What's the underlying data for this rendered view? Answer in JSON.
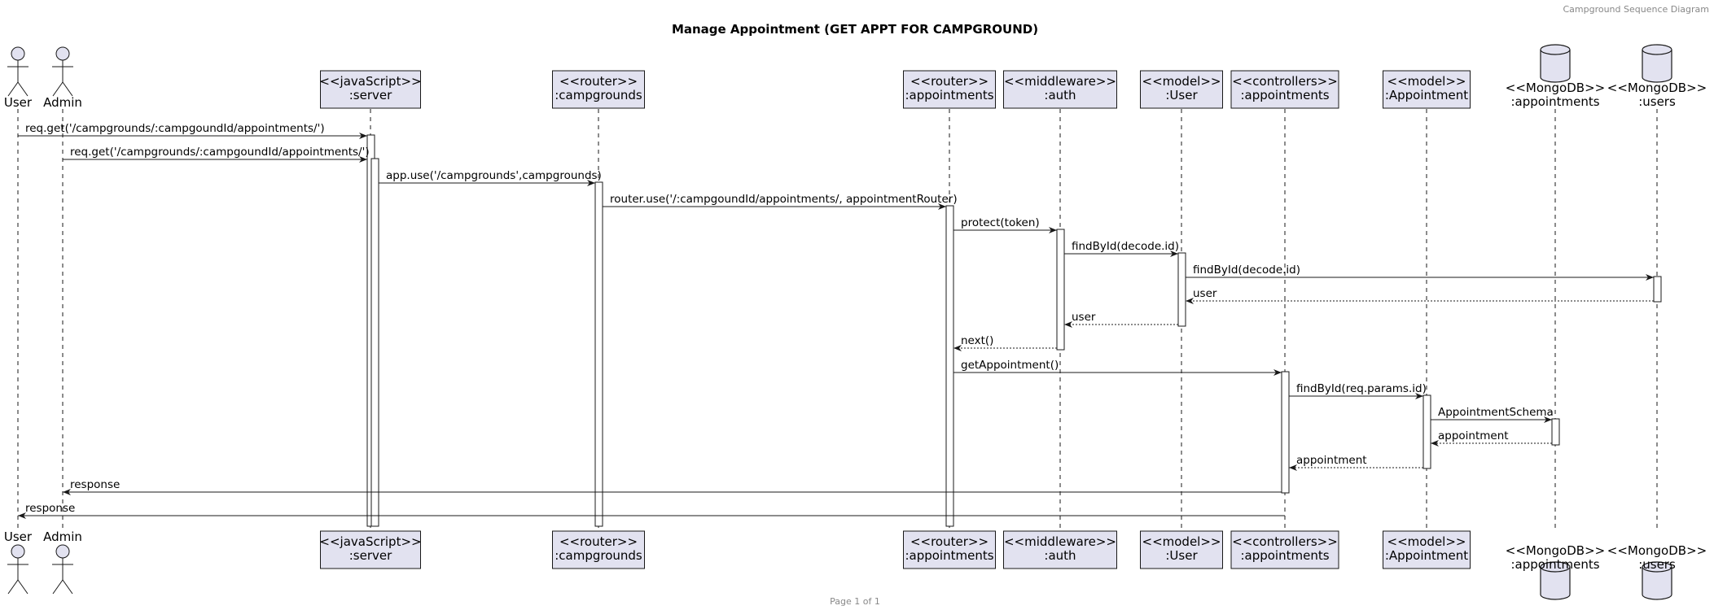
{
  "header": "Campground Sequence Diagram",
  "title": "Manage Appointment (GET APPT FOR CAMPGROUND)",
  "footer": "Page 1 of 1",
  "colors": {
    "participant_fill": "#e2e2f0",
    "stroke": "#181818",
    "activation_fill": "#ffffff"
  },
  "participants": [
    {
      "id": "user",
      "kind": "actor",
      "lines": [
        "User"
      ]
    },
    {
      "id": "admin",
      "kind": "actor",
      "lines": [
        "Admin"
      ]
    },
    {
      "id": "server",
      "kind": "participant",
      "lines": [
        "<<javaScript>>",
        ":server"
      ]
    },
    {
      "id": "campgrounds",
      "kind": "participant",
      "lines": [
        "<<router>>",
        ":campgrounds"
      ]
    },
    {
      "id": "routerAppointments",
      "kind": "participant",
      "lines": [
        "<<router>>",
        ":appointments"
      ]
    },
    {
      "id": "auth",
      "kind": "participant",
      "lines": [
        "<<middleware>>",
        ":auth"
      ]
    },
    {
      "id": "userModel",
      "kind": "participant",
      "lines": [
        "<<model>>",
        ":User"
      ]
    },
    {
      "id": "controllers",
      "kind": "participant",
      "lines": [
        "<<controllers>>",
        ":appointments"
      ]
    },
    {
      "id": "appointmentModel",
      "kind": "participant",
      "lines": [
        "<<model>>",
        ":Appointment"
      ]
    },
    {
      "id": "mongoAppointments",
      "kind": "database",
      "lines": [
        "<<MongoDB>>",
        ":appointments"
      ]
    },
    {
      "id": "mongoUsers",
      "kind": "database",
      "lines": [
        "<<MongoDB>>",
        ":users"
      ]
    }
  ],
  "messages": [
    {
      "from": "user",
      "to": "server",
      "label": "req.get('/campgrounds/:campgoundId/appointments/')",
      "type": "sync"
    },
    {
      "from": "admin",
      "to": "server",
      "label": "req.get('/campgrounds/:campgoundId/appointments/')",
      "type": "sync"
    },
    {
      "from": "server",
      "to": "campgrounds",
      "label": "app.use('/campgrounds',campgrounds)",
      "type": "sync"
    },
    {
      "from": "campgrounds",
      "to": "routerAppointments",
      "label": "router.use('/:campgoundId/appointments/, appointmentRouter)",
      "type": "sync"
    },
    {
      "from": "routerAppointments",
      "to": "auth",
      "label": "protect(token)",
      "type": "sync"
    },
    {
      "from": "auth",
      "to": "userModel",
      "label": "findById(decode.id)",
      "type": "sync"
    },
    {
      "from": "userModel",
      "to": "mongoUsers",
      "label": "findById(decode.id)",
      "type": "sync"
    },
    {
      "from": "mongoUsers",
      "to": "userModel",
      "label": "user",
      "type": "return"
    },
    {
      "from": "userModel",
      "to": "auth",
      "label": "user",
      "type": "return"
    },
    {
      "from": "auth",
      "to": "routerAppointments",
      "label": "next()",
      "type": "return"
    },
    {
      "from": "routerAppointments",
      "to": "controllers",
      "label": "getAppointment()",
      "type": "sync"
    },
    {
      "from": "controllers",
      "to": "appointmentModel",
      "label": "findById(req.params.id)",
      "type": "sync"
    },
    {
      "from": "appointmentModel",
      "to": "mongoAppointments",
      "label": "AppointmentSchema",
      "type": "sync"
    },
    {
      "from": "mongoAppointments",
      "to": "appointmentModel",
      "label": "appointment",
      "type": "return"
    },
    {
      "from": "appointmentModel",
      "to": "controllers",
      "label": "appointment",
      "type": "return"
    },
    {
      "from": "controllers",
      "to": "admin",
      "label": "response",
      "type": "sync"
    },
    {
      "from": "controllers",
      "to": "user",
      "label": "response",
      "type": "sync"
    }
  ]
}
